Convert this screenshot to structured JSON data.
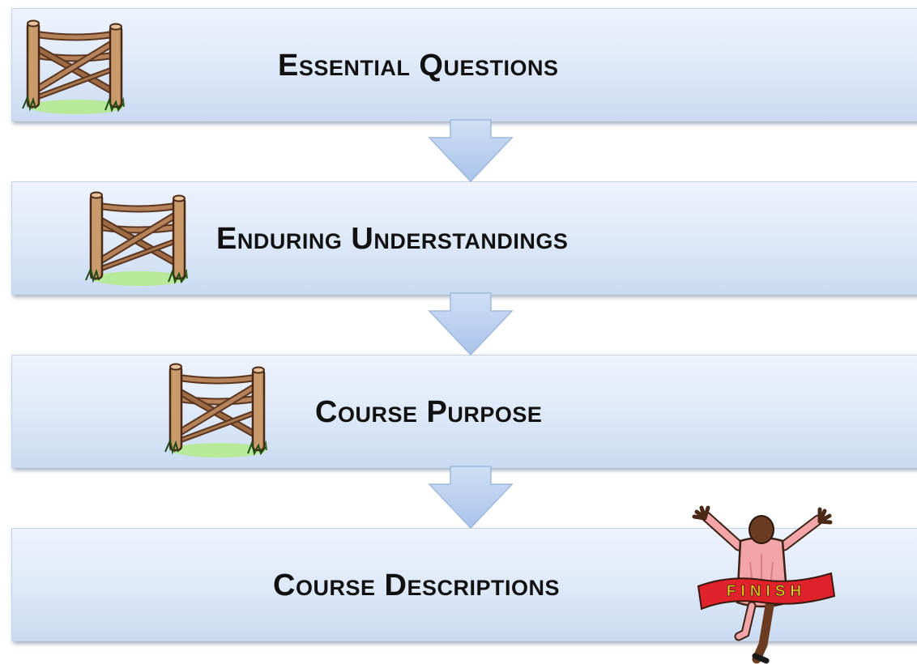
{
  "steps": [
    {
      "label": "Essential Questions"
    },
    {
      "label": "Enduring Understandings"
    },
    {
      "label": "Course Purpose"
    },
    {
      "label": "Course Descriptions"
    }
  ],
  "finish_banner": "FINISH",
  "colors": {
    "box_top": "#eef3fc",
    "box_bottom": "#c9daf1",
    "arrow_fill": "#b5cdee",
    "fence_wood": "#a0704a",
    "grass": "#9fd87a",
    "banner_red": "#e0222a",
    "banner_yellow": "#f2d21c",
    "runner_shirt": "#f2a4a8"
  },
  "icons": [
    "fence-icon",
    "finish-runner-icon",
    "down-arrow-icon"
  ]
}
